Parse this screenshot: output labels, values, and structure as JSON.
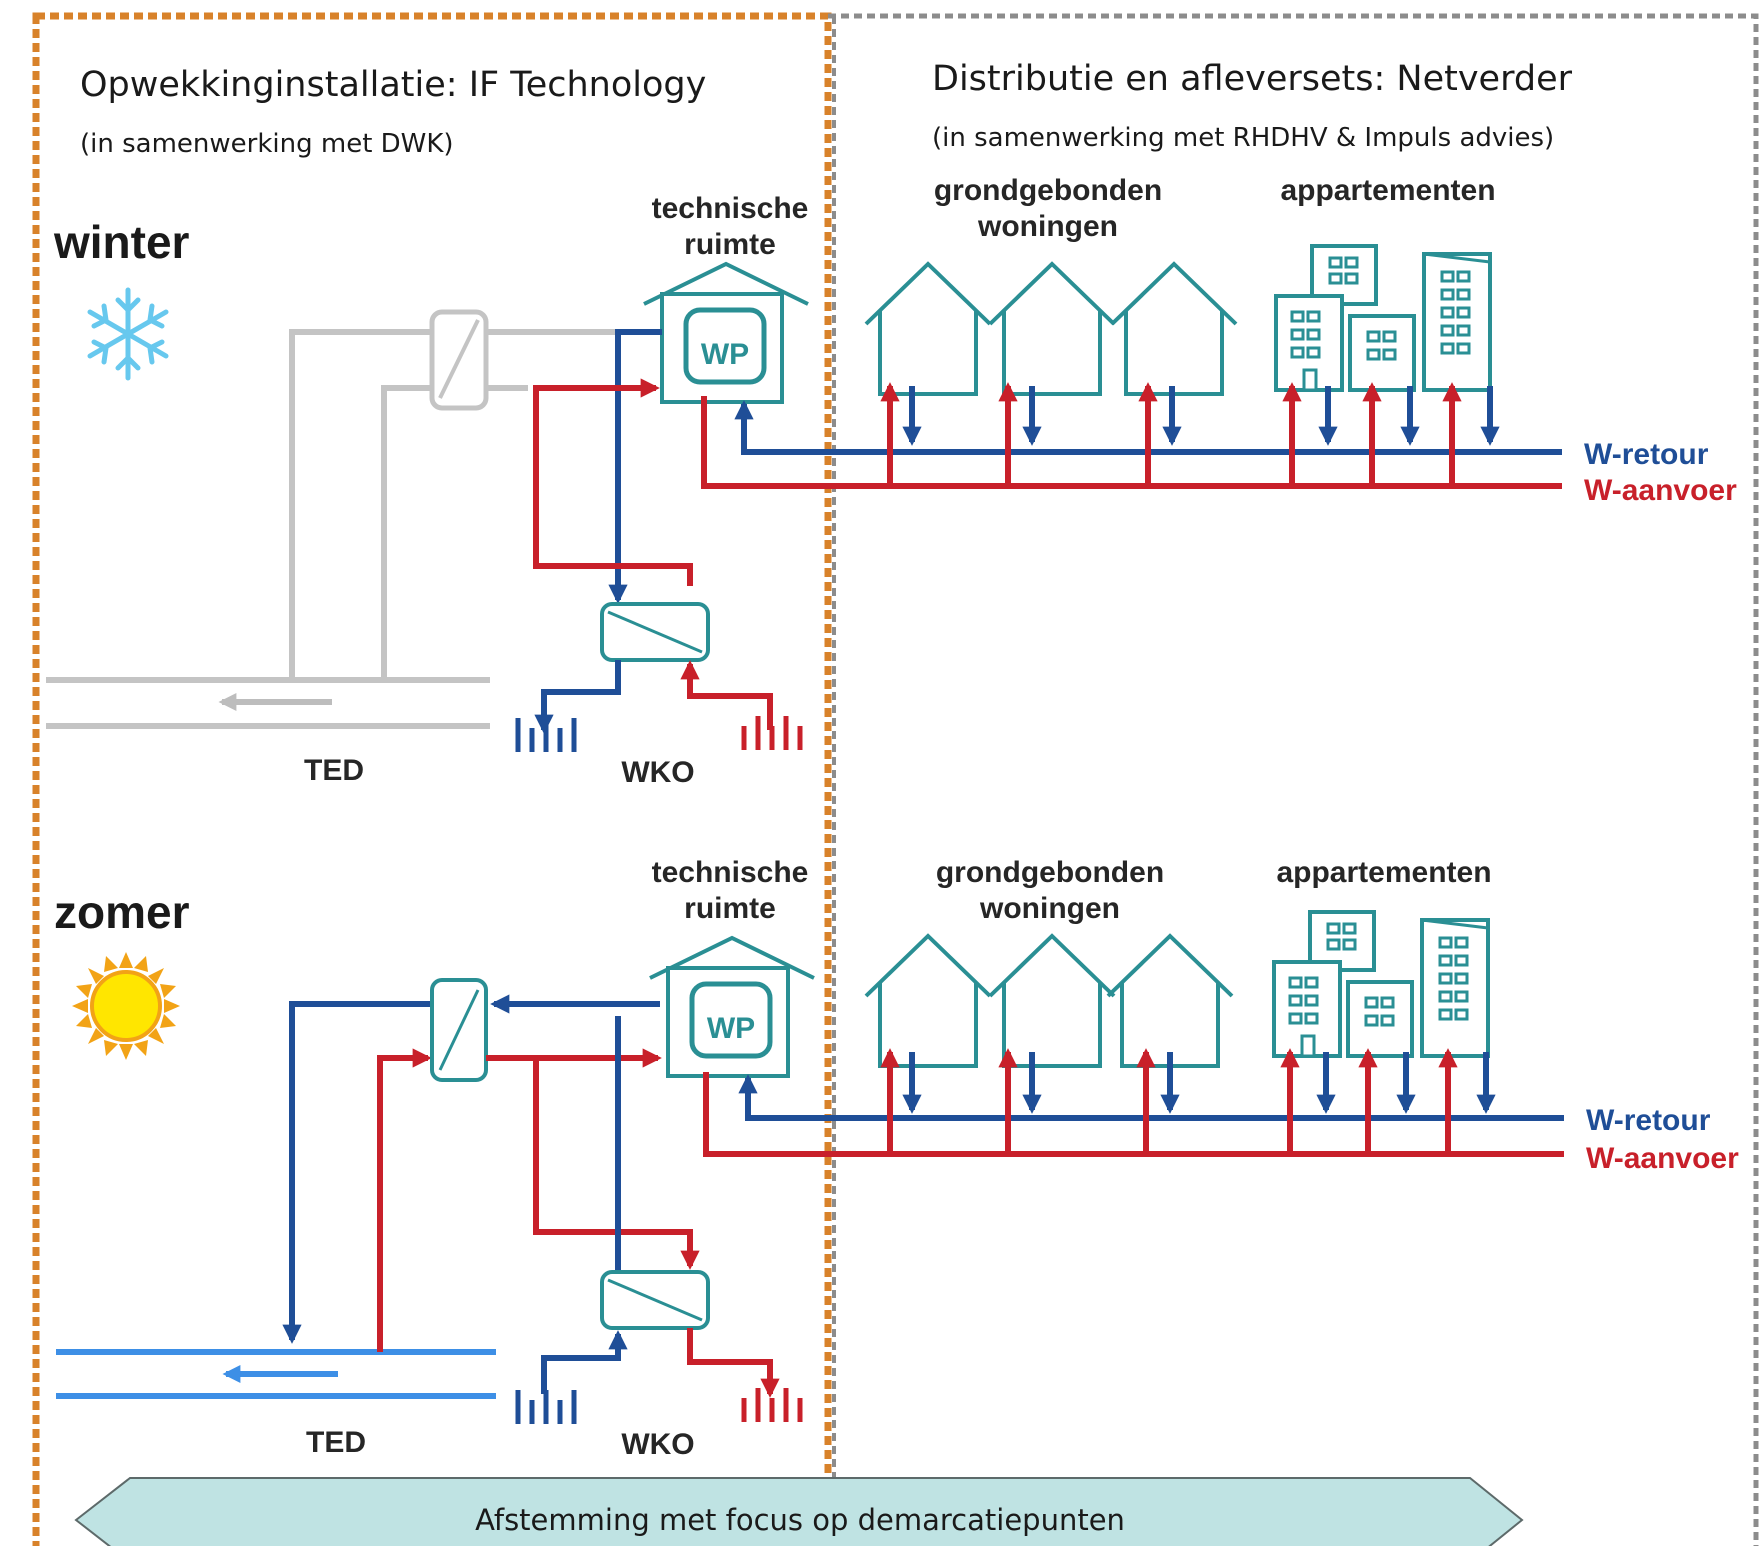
{
  "left_panel": {
    "title": "Opwekkinginstallatie: IF Technology",
    "subtitle": "(in samenwerking met DWK)"
  },
  "right_panel": {
    "title": "Distributie en afleversets:  Netverder",
    "subtitle": "(in samenwerking met RHDHV & Impuls advies)"
  },
  "winter": {
    "season": "winter",
    "tech_room_line1": "technische",
    "tech_room_line2": "ruimte",
    "heat_pump": "WP",
    "ted": "TED",
    "wko": "WKO",
    "houses_line1": "grondgebonden",
    "houses_line2": "woningen",
    "apartments": "appartementen",
    "return_line": "W-retour",
    "supply_line": "W-aanvoer",
    "icon": "snowflake-icon"
  },
  "summer": {
    "season": "zomer",
    "tech_room_line1": "technische",
    "tech_room_line2": "ruimte",
    "heat_pump": "WP",
    "ted": "TED",
    "wko": "WKO",
    "houses_line1": "grondgebonden",
    "houses_line2": "woningen",
    "apartments": "appartementen",
    "return_line": "W-retour",
    "supply_line": "W-aanvoer",
    "icon": "sun-icon"
  },
  "banner": "Afstemming met focus op demarcatiepunten",
  "colors": {
    "warm": "#c8202a",
    "cold": "#1f4e97",
    "teal": "#2a8f94",
    "grey_pipe": "#c4c4c4",
    "water_blue": "#3d8fe6",
    "orange_border": "#d8822a",
    "grey_border": "#8c8c8c",
    "banner_fill": "#bfe3e3"
  }
}
